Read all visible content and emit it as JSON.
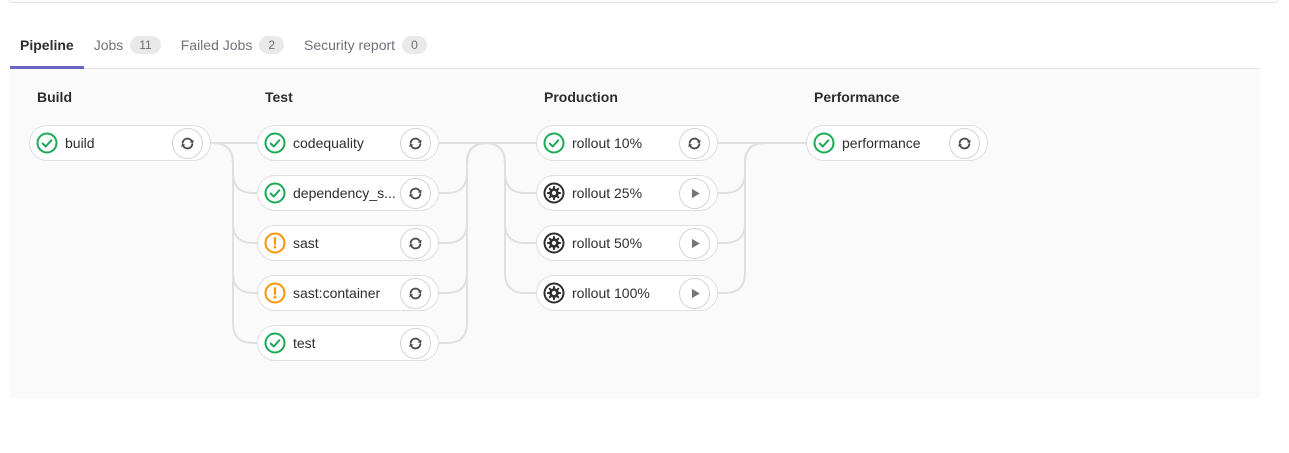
{
  "tabs": [
    {
      "label": "Pipeline",
      "active": true
    },
    {
      "label": "Jobs",
      "badge": "11",
      "active": false
    },
    {
      "label": "Failed Jobs",
      "badge": "2",
      "active": false
    },
    {
      "label": "Security report",
      "badge": "0",
      "active": false
    }
  ],
  "stages": [
    {
      "name": "Build",
      "jobs": [
        {
          "name": "build",
          "status": "success",
          "action": "retry"
        }
      ]
    },
    {
      "name": "Test",
      "jobs": [
        {
          "name": "codequality",
          "status": "success",
          "action": "retry"
        },
        {
          "name": "dependency_s...",
          "status": "success",
          "action": "retry"
        },
        {
          "name": "sast",
          "status": "warning",
          "action": "retry"
        },
        {
          "name": "sast:container",
          "status": "warning",
          "action": "retry"
        },
        {
          "name": "test",
          "status": "success",
          "action": "retry"
        }
      ]
    },
    {
      "name": "Production",
      "jobs": [
        {
          "name": "rollout 10%",
          "status": "success",
          "action": "retry"
        },
        {
          "name": "rollout 25%",
          "status": "manual",
          "action": "play"
        },
        {
          "name": "rollout 50%",
          "status": "manual",
          "action": "play"
        },
        {
          "name": "rollout 100%",
          "status": "manual",
          "action": "play"
        }
      ]
    },
    {
      "name": "Performance",
      "jobs": [
        {
          "name": "performance",
          "status": "success",
          "action": "retry"
        }
      ]
    }
  ],
  "colors": {
    "success": "#1aaa55",
    "warning": "#fc9403",
    "manual": "#2e2e2e",
    "tab_accent": "#6666c4",
    "connector": "#e0e0e0",
    "graph_bg": "#fafafa"
  }
}
